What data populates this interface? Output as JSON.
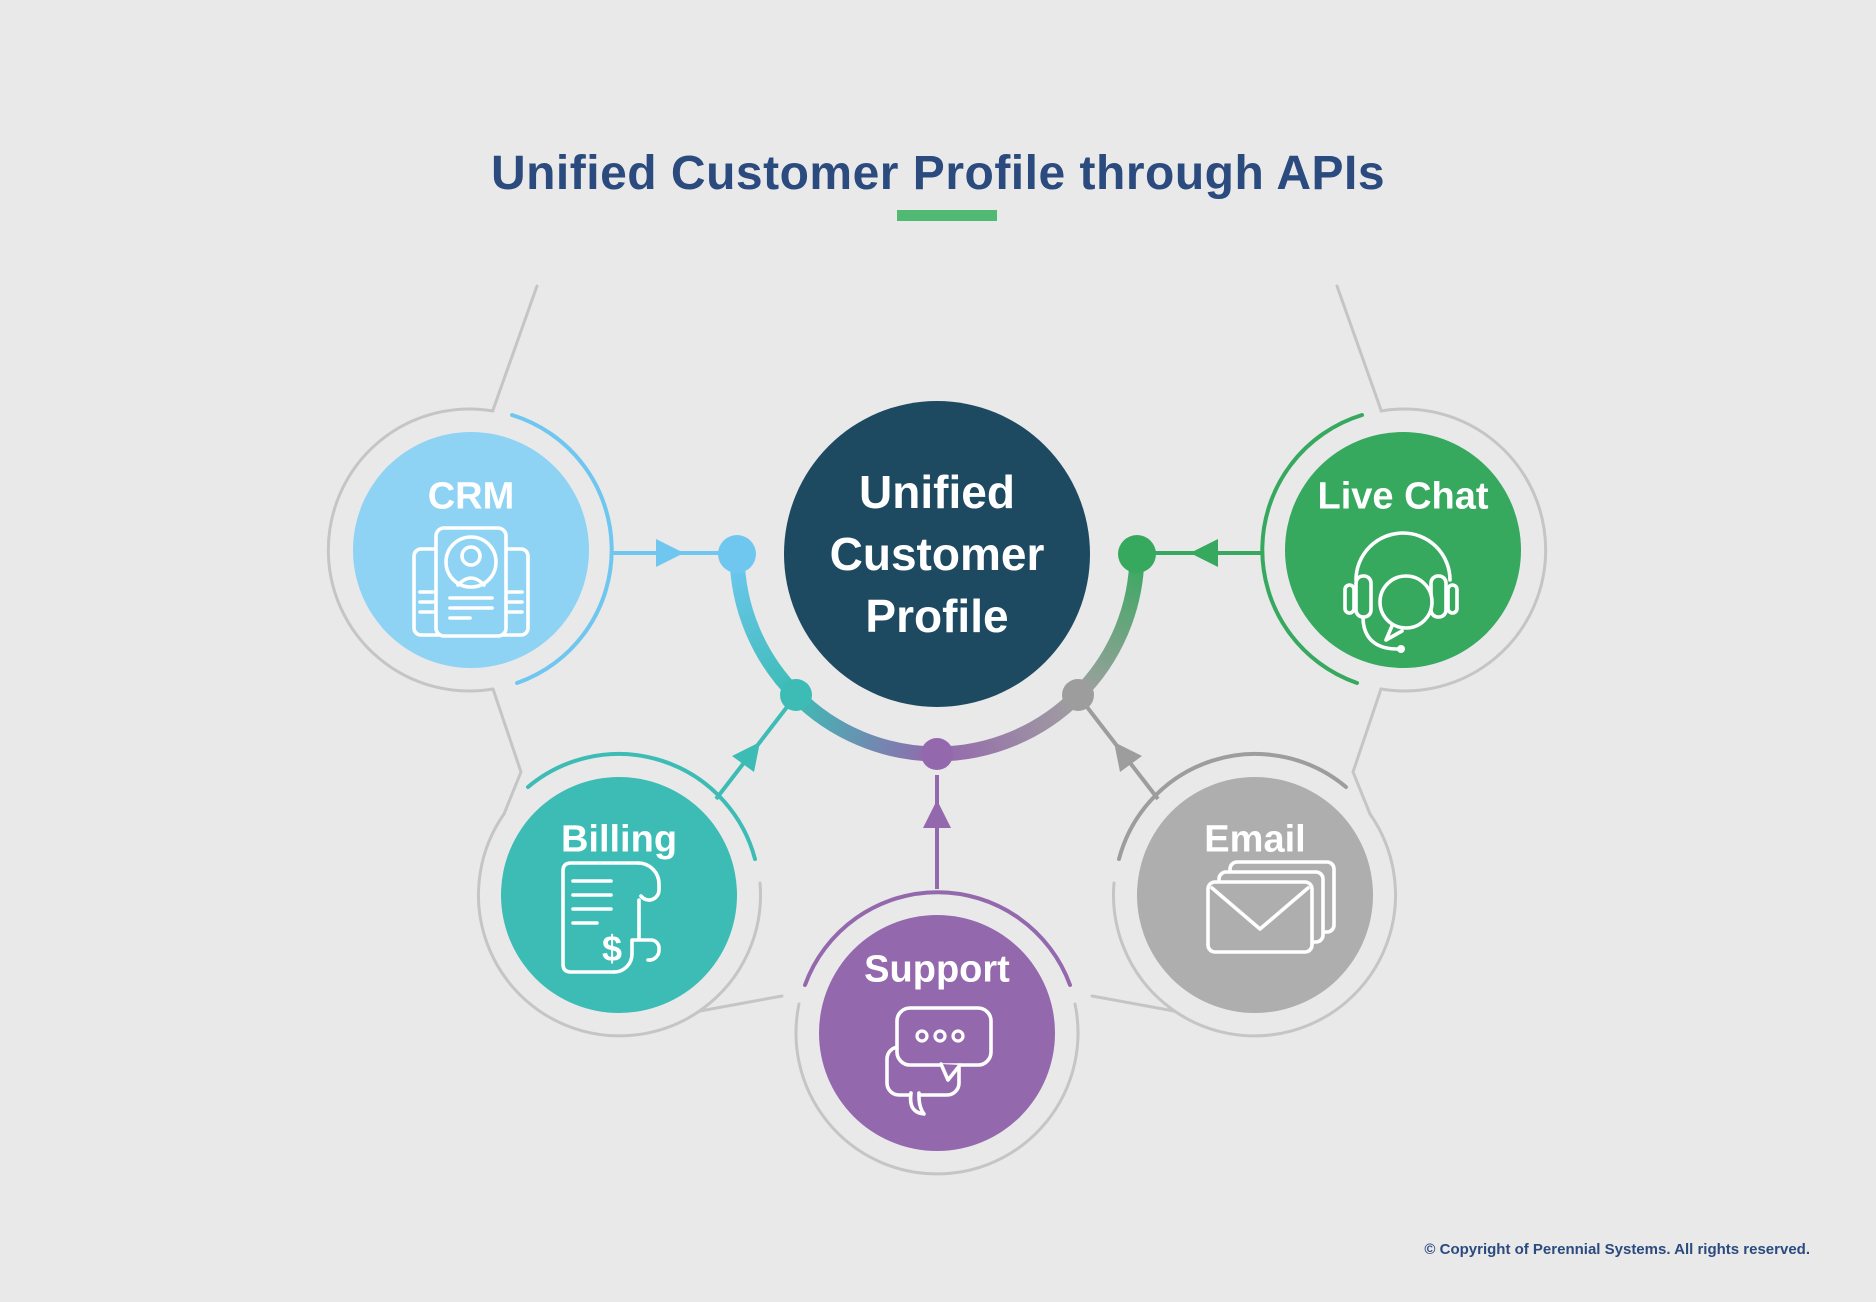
{
  "header": {
    "title": "Unified Customer Profile through APIs"
  },
  "center": {
    "label": "Unified Customer Profile"
  },
  "nodes": [
    {
      "id": "crm",
      "label": "CRM",
      "color": "#8ed3f4",
      "icon": "contact-card-icon"
    },
    {
      "id": "billing",
      "label": "Billing",
      "color": "#3cbcb5",
      "icon": "receipt-icon"
    },
    {
      "id": "support",
      "label": "Support",
      "color": "#9468ad",
      "icon": "chat-bubbles-icon"
    },
    {
      "id": "email",
      "label": "Email",
      "color": "#aeaeae",
      "icon": "envelopes-icon"
    },
    {
      "id": "live-chat",
      "label": "Live Chat",
      "color": "#36a95f",
      "icon": "headset-icon"
    }
  ],
  "icons": {
    "billing_dollar": "$"
  },
  "footer": {
    "copyright": "© Copyright of Perennial Systems. All rights reserved."
  },
  "colors": {
    "background": "#e9e9ea",
    "title_text": "#2b4a7e",
    "accent_bar": "#50b973",
    "center_circle": "#1d4a61",
    "ring_gray": "#c5c5c5",
    "crm_accent": "#6fc7f0",
    "billing_accent": "#3cbcb5",
    "support_accent": "#9468ad",
    "email_accent": "#9d9d9d",
    "livechat_accent": "#36a95f"
  }
}
